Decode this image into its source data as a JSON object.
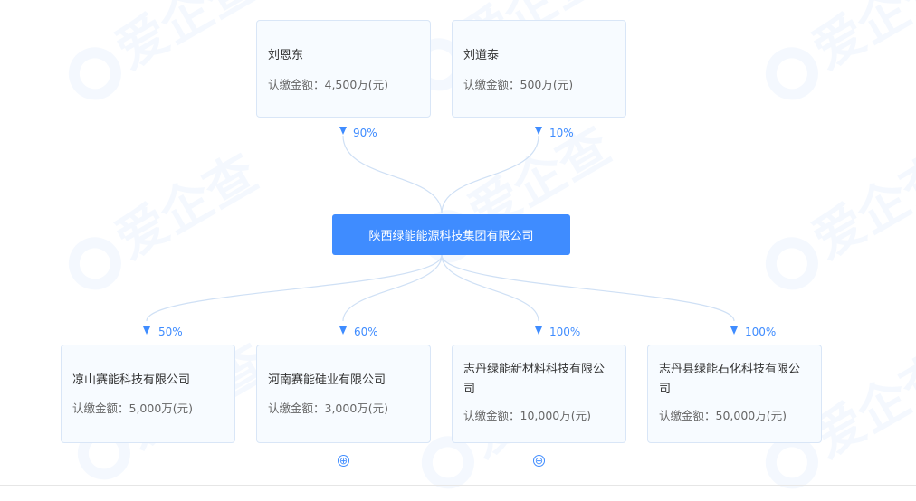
{
  "watermark": "爱企查",
  "shareholders": [
    {
      "name": "刘恩东",
      "amount": "认缴金额：4,500万(元)",
      "ratio": "90%"
    },
    {
      "name": "刘道泰",
      "amount": "认缴金额：500万(元)",
      "ratio": "10%"
    }
  ],
  "center_company": "陕西绿能能源科技集团有限公司",
  "investments": [
    {
      "name": "凉山赛能科技有限公司",
      "amount": "认缴金额：5,000万(元)",
      "ratio": "50%"
    },
    {
      "name": "河南赛能硅业有限公司",
      "amount": "认缴金额：3,000万(元)",
      "ratio": "60%"
    },
    {
      "name": "志丹绿能新材料科技有限公司",
      "amount": "认缴金额：10,000万(元)",
      "ratio": "100%"
    },
    {
      "name": "志丹县绿能石化科技有限公司",
      "amount": "认缴金额：50,000万(元)",
      "ratio": "100%"
    }
  ],
  "expand_icon": "⊕",
  "colors": {
    "accent": "#3f8cff",
    "card_bg": "#f7fbff",
    "card_border": "#d9e6f7",
    "line": "#cfe0f5"
  }
}
